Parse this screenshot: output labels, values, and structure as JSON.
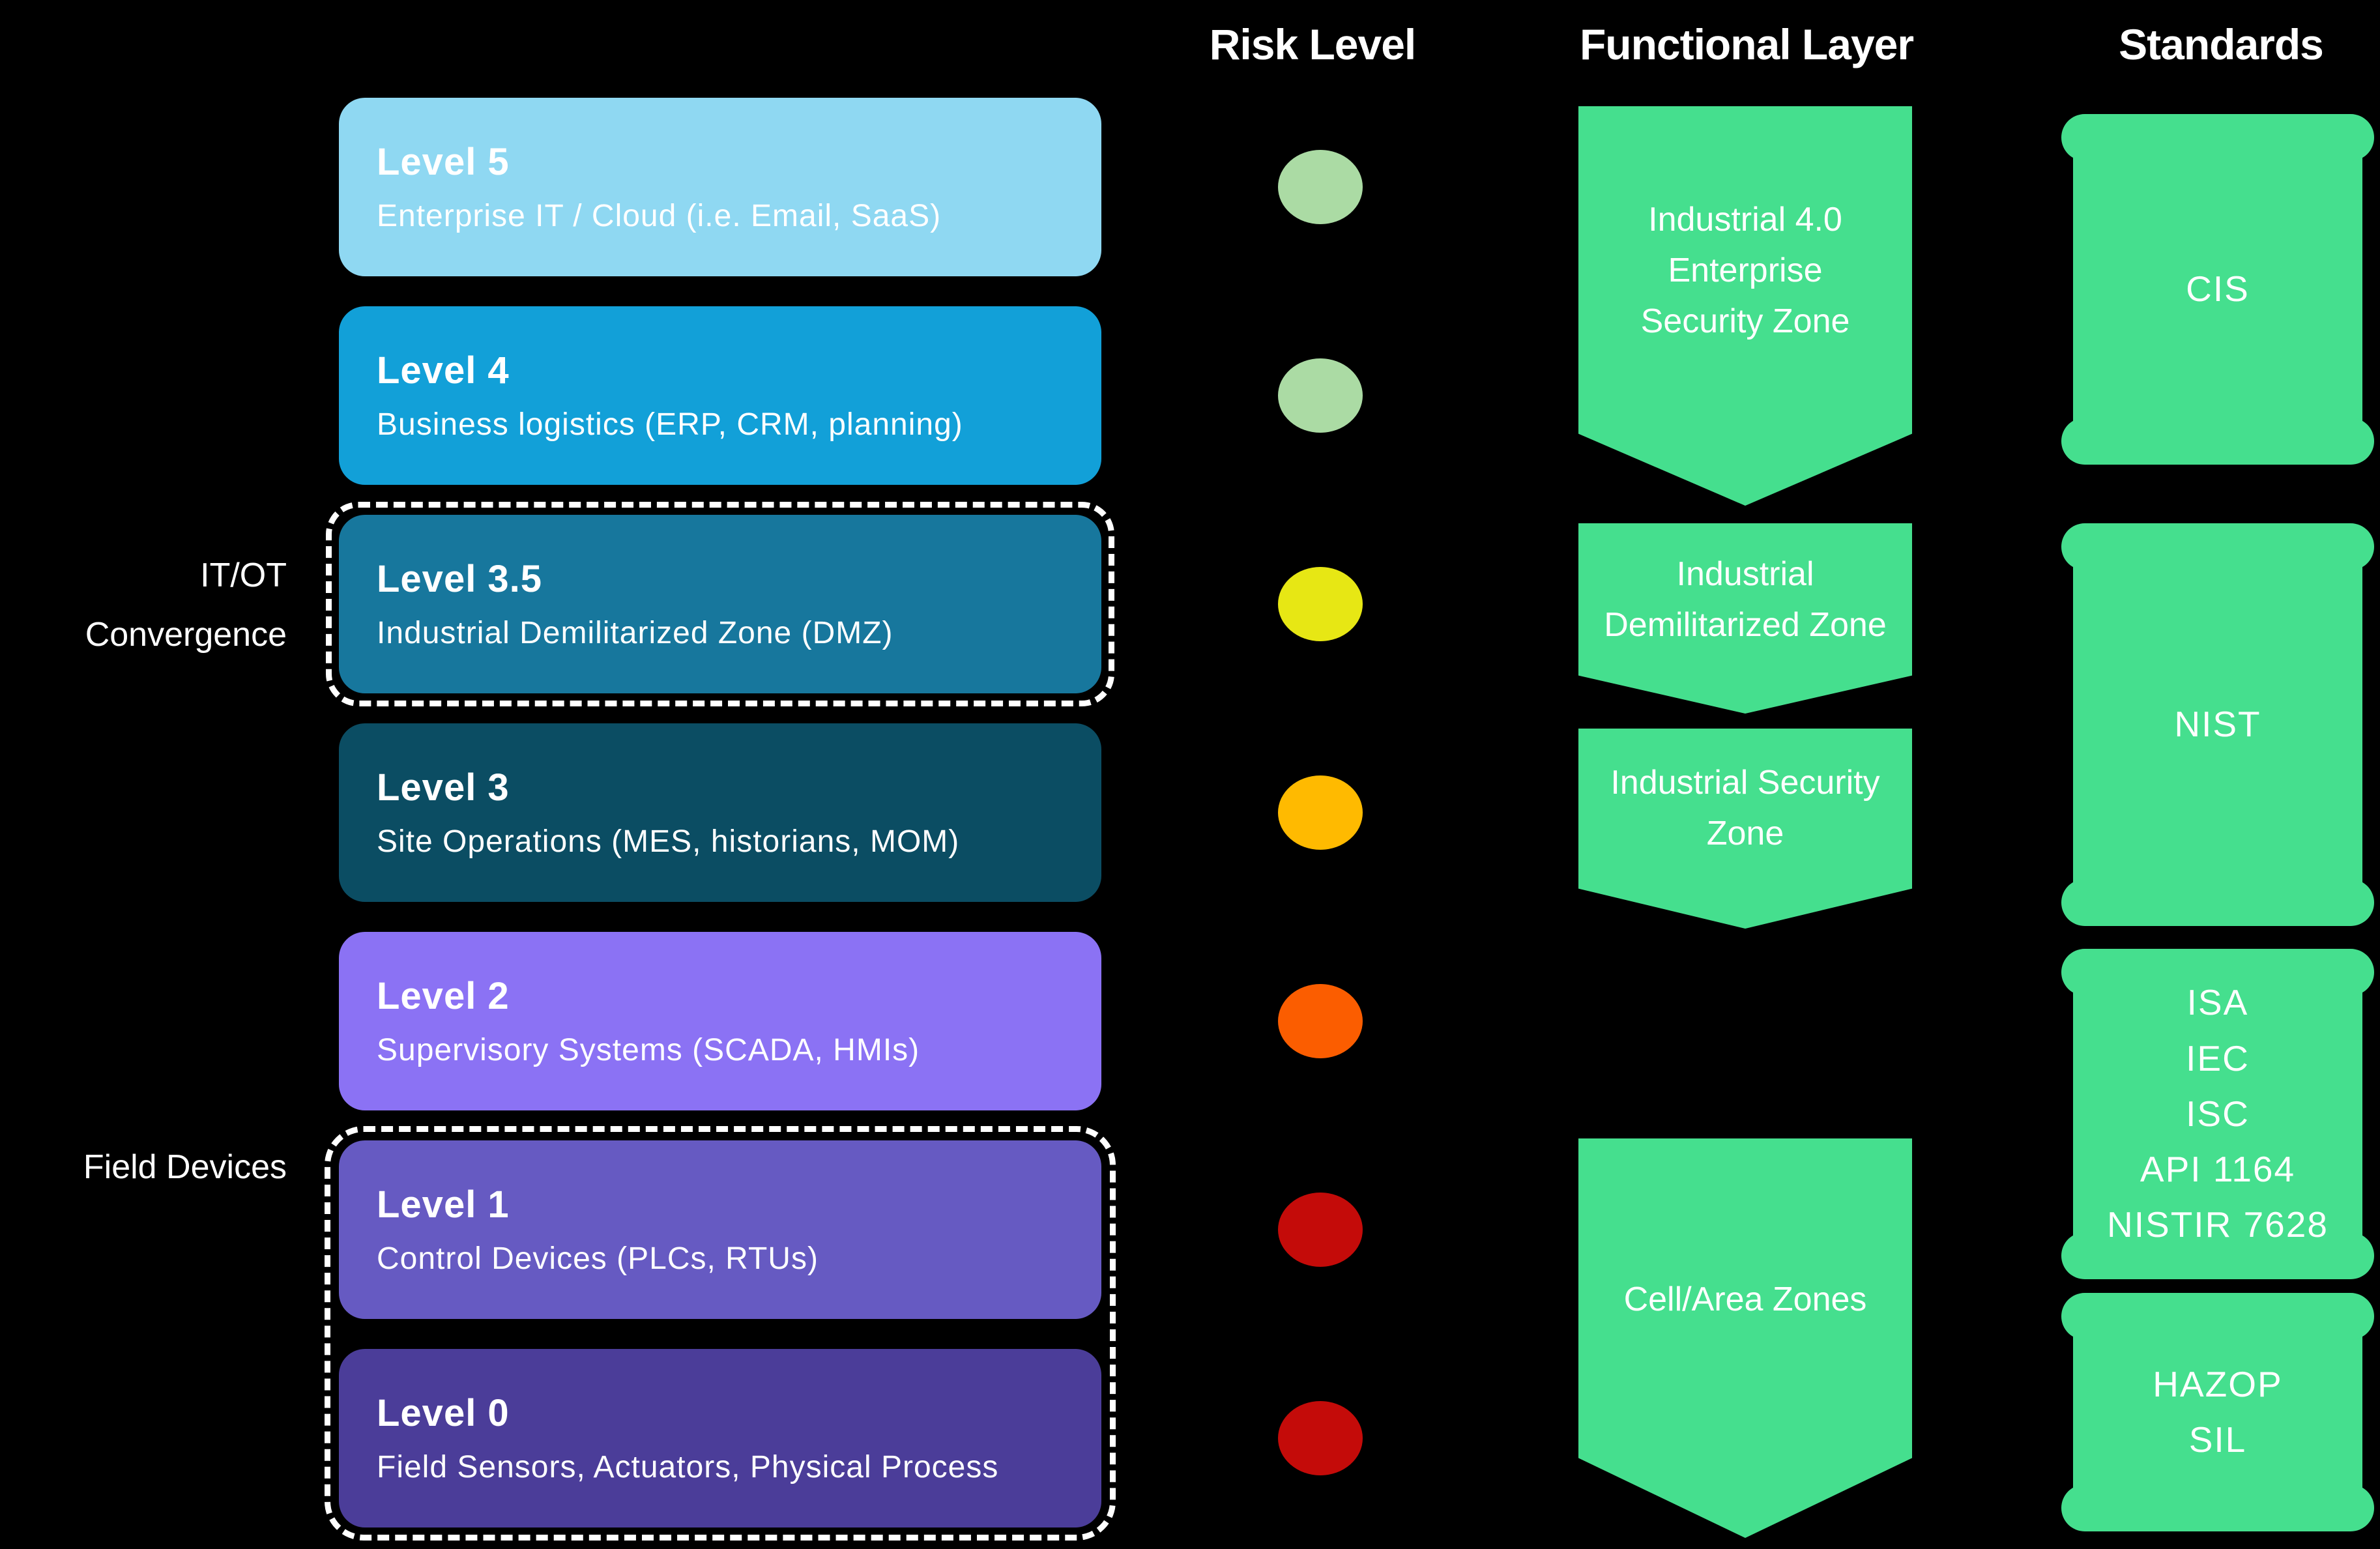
{
  "headers": {
    "risk": "Risk Level",
    "functional": "Functional Layer",
    "standards": "Standards"
  },
  "side_labels": {
    "itot_convergence": "IT/OT\nConvergence",
    "field_devices": "Field Devices"
  },
  "levels": [
    {
      "title": "Level 5",
      "desc": "Enterprise IT / Cloud (i.e. Email, SaaS)",
      "color": "#8FD8F2",
      "risk_color": "#ABDBA4",
      "risk": "low"
    },
    {
      "title": "Level 4",
      "desc": "Business logistics (ERP, CRM, planning)",
      "color": "#12A0D8",
      "risk_color": "#ABDBA4",
      "risk": "low"
    },
    {
      "title": "Level 3.5",
      "desc": "Industrial Demilitarized Zone (DMZ)",
      "color": "#17779D",
      "risk_color": "#E7E714",
      "risk": "medium"
    },
    {
      "title": "Level 3",
      "desc": "Site Operations (MES, historians, MOM)",
      "color": "#0B4D63",
      "risk_color": "#FFBA00",
      "risk": "elevated"
    },
    {
      "title": "Level 2",
      "desc": "Supervisory Systems (SCADA, HMIs)",
      "color": "#8B72F4",
      "risk_color": "#FB5D00",
      "risk": "high"
    },
    {
      "title": "Level 1",
      "desc": "Control Devices (PLCs, RTUs)",
      "color": "#665AC2",
      "risk_color": "#C40B09",
      "risk": "critical"
    },
    {
      "title": "Level 0",
      "desc": "Field Sensors, Actuators, Physical Process",
      "color": "#4B3D99",
      "risk_color": "#C40B09",
      "risk": "critical"
    }
  ],
  "functional_layers": [
    {
      "label": "Industrial 4.0\nEnterprise\nSecurity Zone",
      "color": "#45DF8E"
    },
    {
      "label": "Industrial\nDemilitarized Zone",
      "color": "#45DF8E"
    },
    {
      "label": "Industrial Security\nZone",
      "color": "#45DF8E"
    },
    {
      "label": "Cell/Area Zones",
      "color": "#45DF8E"
    }
  ],
  "standards": [
    {
      "label": "CIS",
      "color": "#45DF8E"
    },
    {
      "label": "NIST",
      "color": "#45DF8E"
    },
    {
      "label": "ISA\nIEC\nISC\nAPI 1164\nNISTIR 7628",
      "color": "#45DF8E"
    },
    {
      "label": "HAZOP\nSIL",
      "color": "#45DF8E"
    }
  ]
}
